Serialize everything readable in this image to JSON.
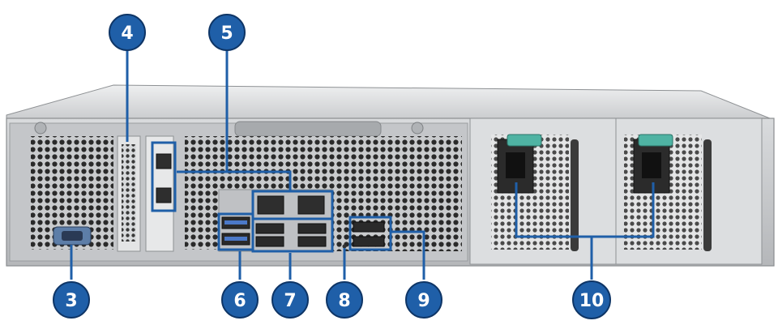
{
  "callouts": [
    {
      "id": "3",
      "label": "3"
    },
    {
      "id": "4",
      "label": "4"
    },
    {
      "id": "5",
      "label": "5"
    },
    {
      "id": "6",
      "label": "6"
    },
    {
      "id": "7",
      "label": "7"
    },
    {
      "id": "8",
      "label": "8"
    },
    {
      "id": "9",
      "label": "9"
    },
    {
      "id": "10",
      "label": "10"
    }
  ],
  "colors": {
    "callout_fill": "#1f5fa8",
    "callout_line": "#1f5fa8",
    "chassis_light": "#d4d6d8",
    "chassis_dark": "#9a9da0",
    "vent_hole": "#2a2a2a",
    "psu_latch": "#4fb3a3"
  }
}
